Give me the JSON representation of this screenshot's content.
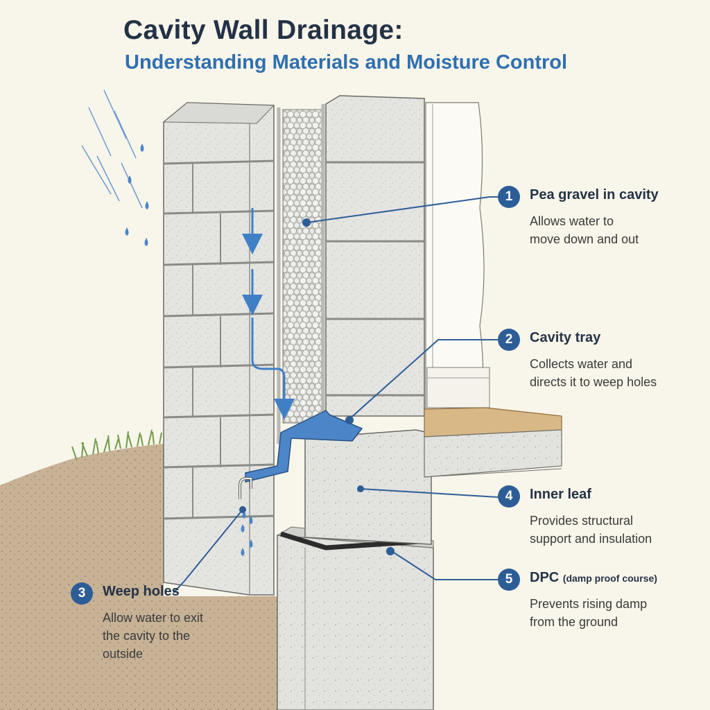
{
  "title": "Cavity Wall Drainage:",
  "subtitle": "Understanding Materials and Moisture Control",
  "colors": {
    "accent_blue": "#2d5d97",
    "title_navy": "#233246",
    "subtitle_blue": "#2f6fb0",
    "water_blue": "#3f7fc6",
    "background": "#f8f5ea"
  },
  "callouts": [
    {
      "number": "1",
      "heading": "Pea gravel in cavity",
      "heading_sub": "",
      "lines": [
        "Allows water to",
        "move down and out"
      ]
    },
    {
      "number": "2",
      "heading": "Cavity tray",
      "heading_sub": "",
      "lines": [
        "Collects water and",
        "directs it to weep holes"
      ]
    },
    {
      "number": "3",
      "heading": "Weep holes",
      "heading_sub": "",
      "lines": [
        "Allow water to exit",
        "the cavity to the",
        "outside"
      ]
    },
    {
      "number": "4",
      "heading": "Inner leaf",
      "heading_sub": "",
      "lines": [
        "Provides structural",
        "support and insulation"
      ]
    },
    {
      "number": "5",
      "heading": "DPC",
      "heading_sub": "(damp proof course)",
      "lines": [
        "Prevents rising damp",
        "from the ground"
      ]
    }
  ]
}
